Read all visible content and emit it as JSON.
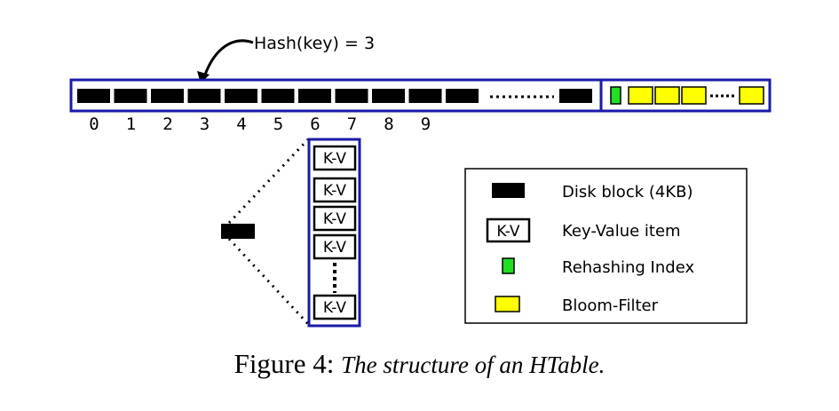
{
  "annotation": {
    "hash_label": "Hash(key) = 3"
  },
  "bucket_indices": [
    "0",
    "1",
    "2",
    "3",
    "4",
    "5",
    "6",
    "7",
    "8",
    "9"
  ],
  "kv_label": "K-V",
  "legend": {
    "disk_block": "Disk block (4KB)",
    "kv_item": "Key-Value item",
    "rehashing_index": "Rehashing Index",
    "bloom_filter": "Bloom-Filter"
  },
  "caption": {
    "label": "Figure 4:",
    "text": "The structure of an HTable."
  },
  "colors": {
    "frame_blue": "#1a1aa8",
    "block_black": "#000000",
    "rehash_green": "#22dd22",
    "bloom_yellow": "#ffff00"
  }
}
